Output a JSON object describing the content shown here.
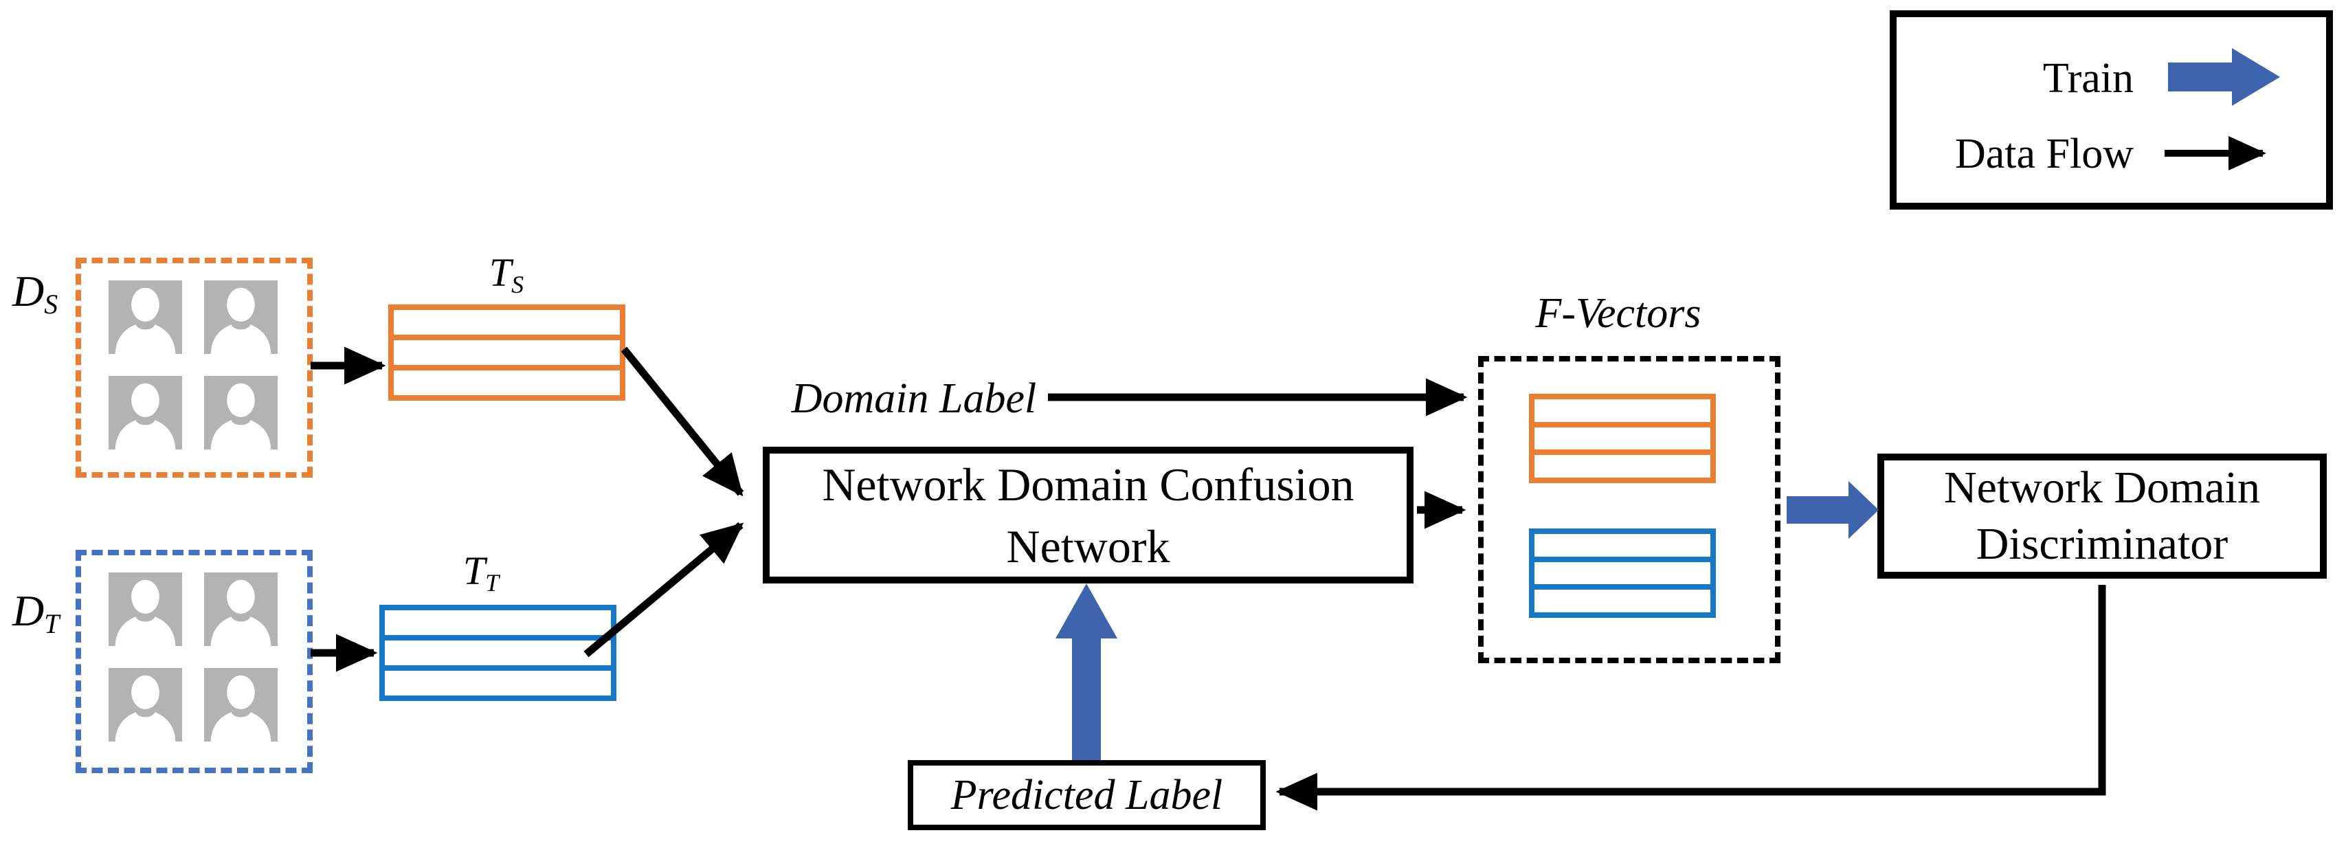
{
  "colors": {
    "orange": "#ED7D31",
    "stack_blue": "#1577C6",
    "domain_dash_blue": "#4472C4",
    "train_blue": "#3F64AE",
    "avatar_gray": "#B3B3B3"
  },
  "legend": {
    "train": "Train",
    "data_flow": "Data Flow"
  },
  "nodes": {
    "source_domain": {
      "letter": "D",
      "sub": "S"
    },
    "source_templates": {
      "letter": "T",
      "sub": "S"
    },
    "target_domain": {
      "letter": "D",
      "sub": "T"
    },
    "target_templates": {
      "letter": "T",
      "sub": "T"
    },
    "domain_label": "Domain Label",
    "confusion_network": {
      "line1": "Network Domain Confusion",
      "line2": "Network"
    },
    "f_vectors": "F-Vectors",
    "discriminator": {
      "line1": "Network Domain",
      "line2": "Discriminator"
    },
    "predicted_label": "Predicted Label"
  }
}
